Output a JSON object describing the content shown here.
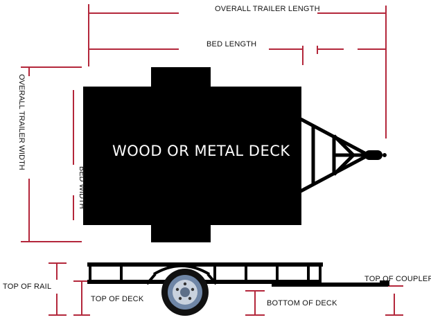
{
  "labels": {
    "overall_length": "OVERALL TRAILER LENGTH",
    "bed_length": "BED LENGTH",
    "overall_width": "OVERALL TRAILER WIDTH",
    "bed_width": "BED WIDTH",
    "deck": "WOOD OR METAL DECK",
    "top_of_rail": "TOP OF RAIL",
    "top_of_deck": "TOP OF DECK",
    "bottom_of_deck": "BOTTOM OF DECK",
    "top_of_coupler": "TOP OF COUPLER"
  },
  "colors": {
    "dimension_line": "#b3263a",
    "trailer": "#000000",
    "deck_text": "#ffffff",
    "wheel_rim": "#6f86a6"
  }
}
